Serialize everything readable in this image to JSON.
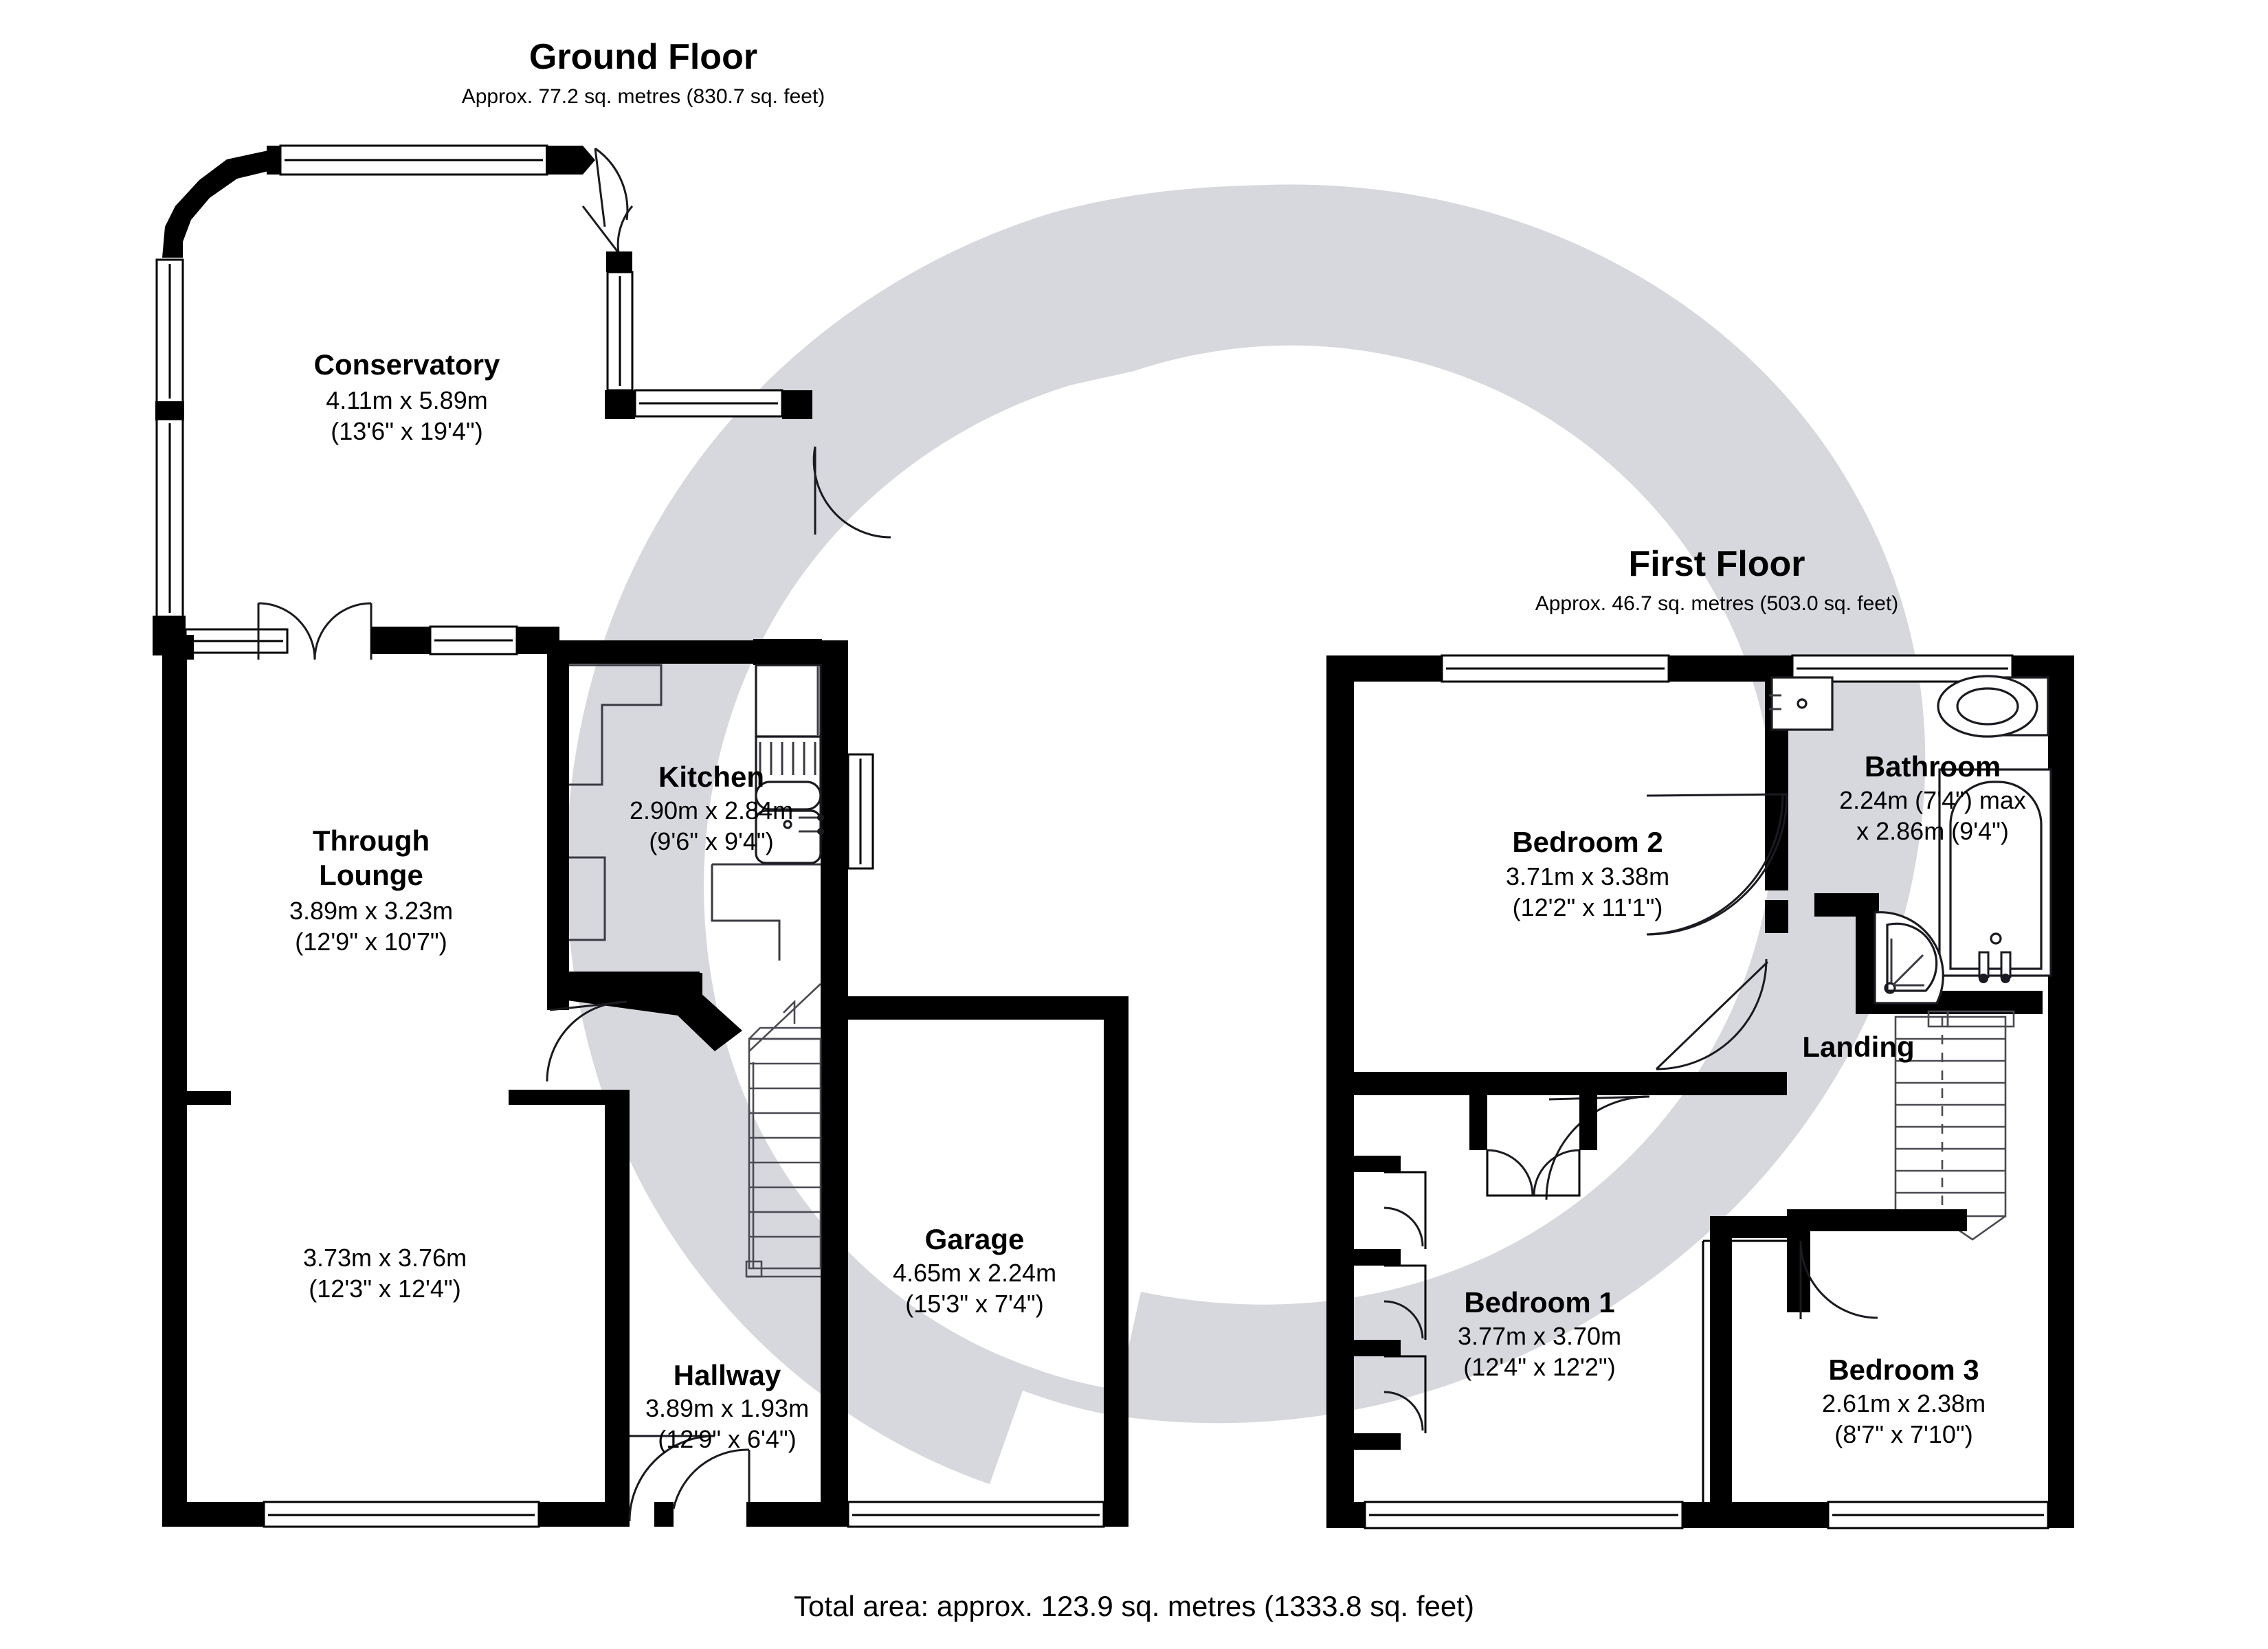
{
  "page": {
    "footer": "Total area: approx. 123.9 sq. metres (1333.8 sq. feet)",
    "background_color": "#ffffff",
    "wall_color": "#000000",
    "watermark_color": "#d7d7de"
  },
  "floors": [
    {
      "key": "ground",
      "title": "Ground Floor",
      "area": "Approx. 77.2 sq. metres (830.7 sq. feet)",
      "rooms": [
        {
          "key": "conservatory",
          "name": "Conservatory",
          "dim_metric": "4.11m x 5.89m",
          "dim_imperial": "(13'6\" x 19'4\")"
        },
        {
          "key": "through_lounge",
          "name": "Through",
          "name2": "Lounge",
          "dim_metric": "3.89m x 3.23m",
          "dim_imperial": "(12'9\" x 10'7\")"
        },
        {
          "key": "lounge_lower",
          "name": "",
          "dim_metric": "3.73m x 3.76m",
          "dim_imperial": "(12'3\" x 12'4\")"
        },
        {
          "key": "kitchen",
          "name": "Kitchen",
          "dim_metric": "2.90m x 2.84m",
          "dim_imperial": "(9'6\" x 9'4\")"
        },
        {
          "key": "garage",
          "name": "Garage",
          "dim_metric": "4.65m x 2.24m",
          "dim_imperial": "(15'3\" x 7'4\")"
        },
        {
          "key": "hallway",
          "name": "Hallway",
          "dim_metric": "3.89m x 1.93m",
          "dim_imperial": "(12'9\" x 6'4\")"
        }
      ]
    },
    {
      "key": "first",
      "title": "First Floor",
      "area": "Approx. 46.7 sq. metres (503.0 sq. feet)",
      "rooms": [
        {
          "key": "bedroom_2",
          "name": "Bedroom 2",
          "dim_metric": "3.71m x 3.38m",
          "dim_imperial": "(12'2\" x 11'1\")"
        },
        {
          "key": "bathroom",
          "name": "Bathroom",
          "dim_metric": "2.24m (7'4\") max",
          "dim_imperial": "x 2.86m (9'4\")"
        },
        {
          "key": "landing",
          "name": "Landing",
          "dim_metric": "",
          "dim_imperial": ""
        },
        {
          "key": "bedroom_1",
          "name": "Bedroom 1",
          "dim_metric": "3.77m x 3.70m",
          "dim_imperial": "(12'4\" x 12'2\")"
        },
        {
          "key": "bedroom_3",
          "name": "Bedroom 3",
          "dim_metric": "2.61m x 2.38m",
          "dim_imperial": "(8'7\" x 7'10\")"
        }
      ]
    }
  ]
}
